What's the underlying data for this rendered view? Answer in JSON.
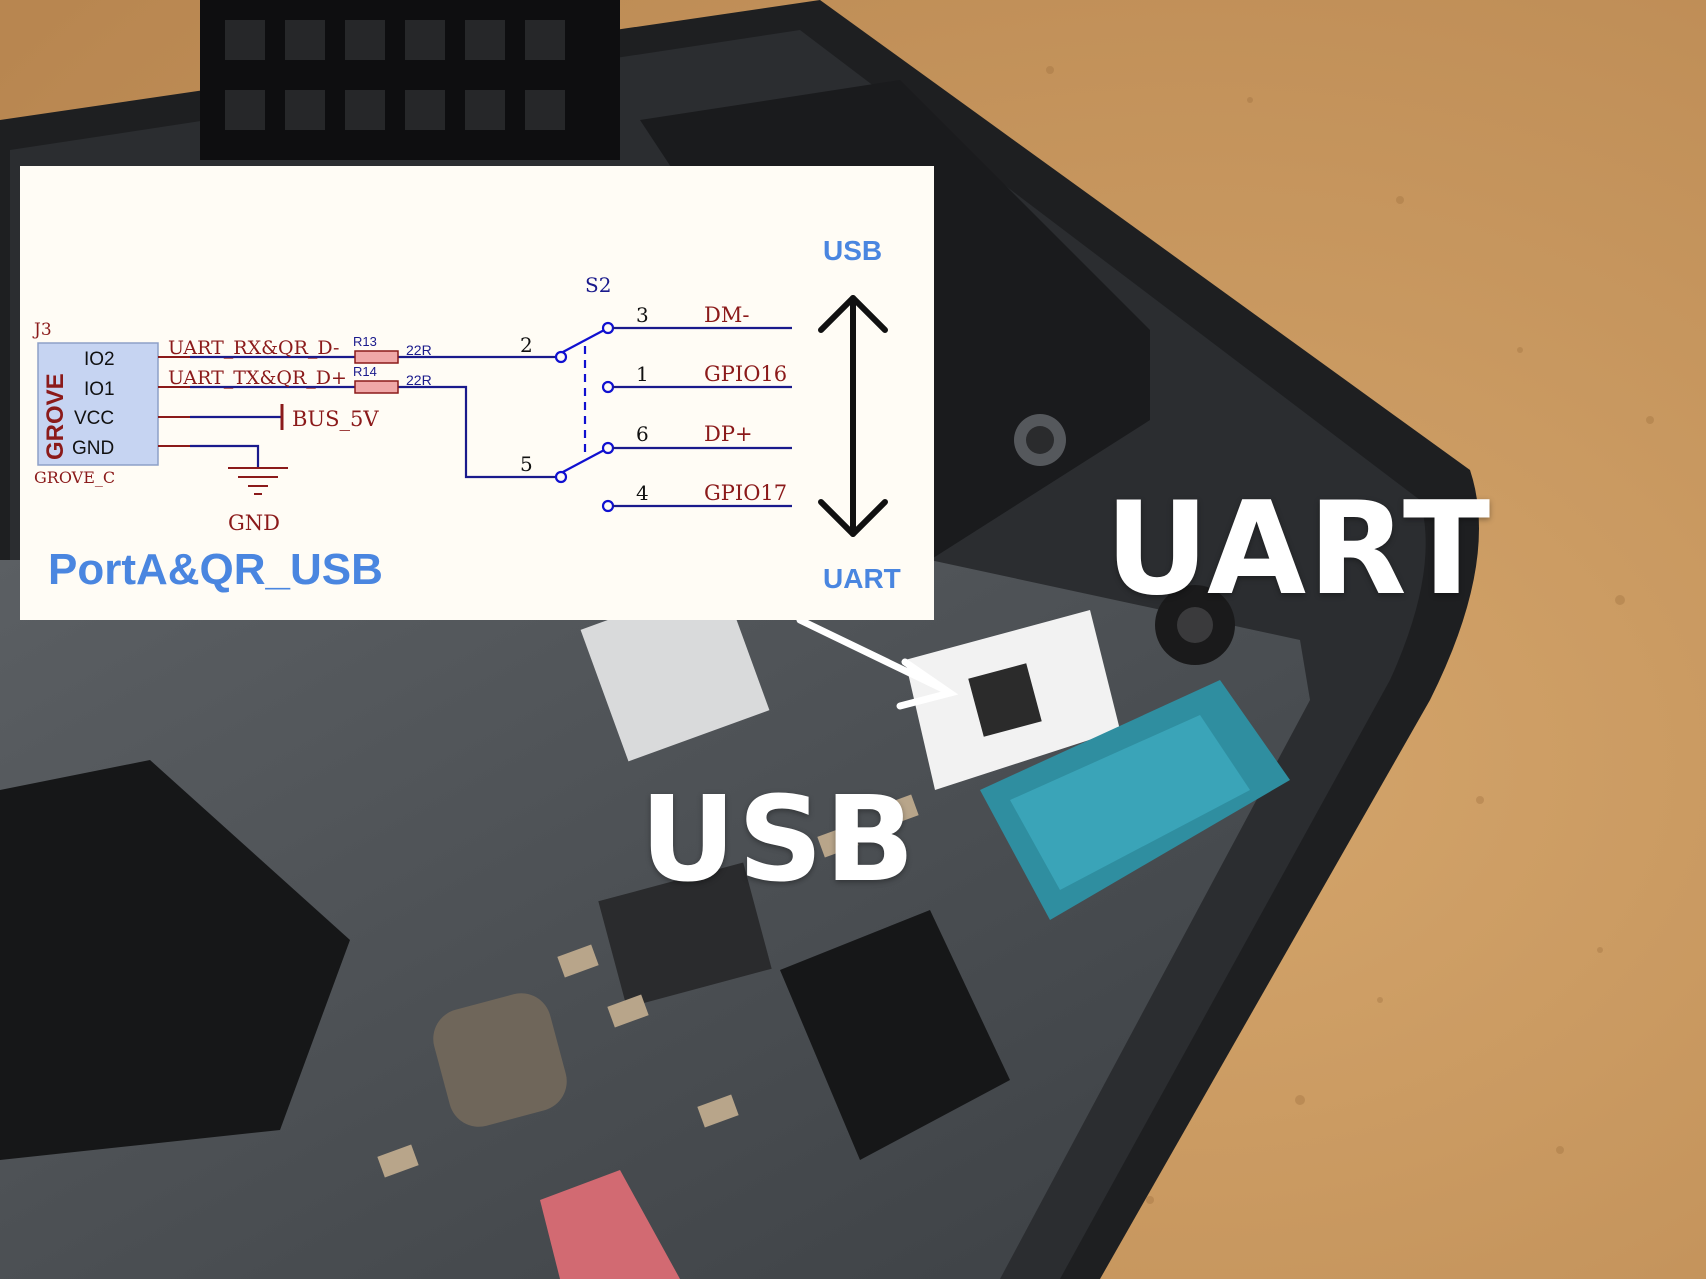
{
  "photo": {
    "description_icon": "pcb-photo",
    "overlays": {
      "uart": "UART",
      "usb": "USB"
    }
  },
  "schematic": {
    "connector": {
      "ref": "J3",
      "name": "GROVE",
      "footprint": "GROVE_C",
      "pins": [
        "IO2",
        "IO1",
        "VCC",
        "GND"
      ]
    },
    "nets": {
      "rx": "UART_RX&QR_D-",
      "tx": "UART_TX&QR_D+",
      "bus": "BUS_5V",
      "gnd": "GND"
    },
    "resistors": [
      {
        "ref": "R13",
        "value": "22R"
      },
      {
        "ref": "R14",
        "value": "22R"
      }
    ],
    "switch": {
      "ref": "S2",
      "pins": [
        "2",
        "3",
        "1",
        "5",
        "6",
        "4"
      ],
      "outputs": [
        "DM-",
        "GPIO16",
        "DP+",
        "GPIO17"
      ]
    },
    "direction": {
      "top": "USB",
      "bottom": "UART"
    },
    "title": "PortA&QR_USB"
  },
  "colors": {
    "schematic_bg": "#fffcf5",
    "wire": "#1a1a8c",
    "net_label": "#8b1a1a",
    "accent_blue": "#4a86e0",
    "connector_fill": "#c6d4f2",
    "switch_blue": "#1010d0"
  }
}
